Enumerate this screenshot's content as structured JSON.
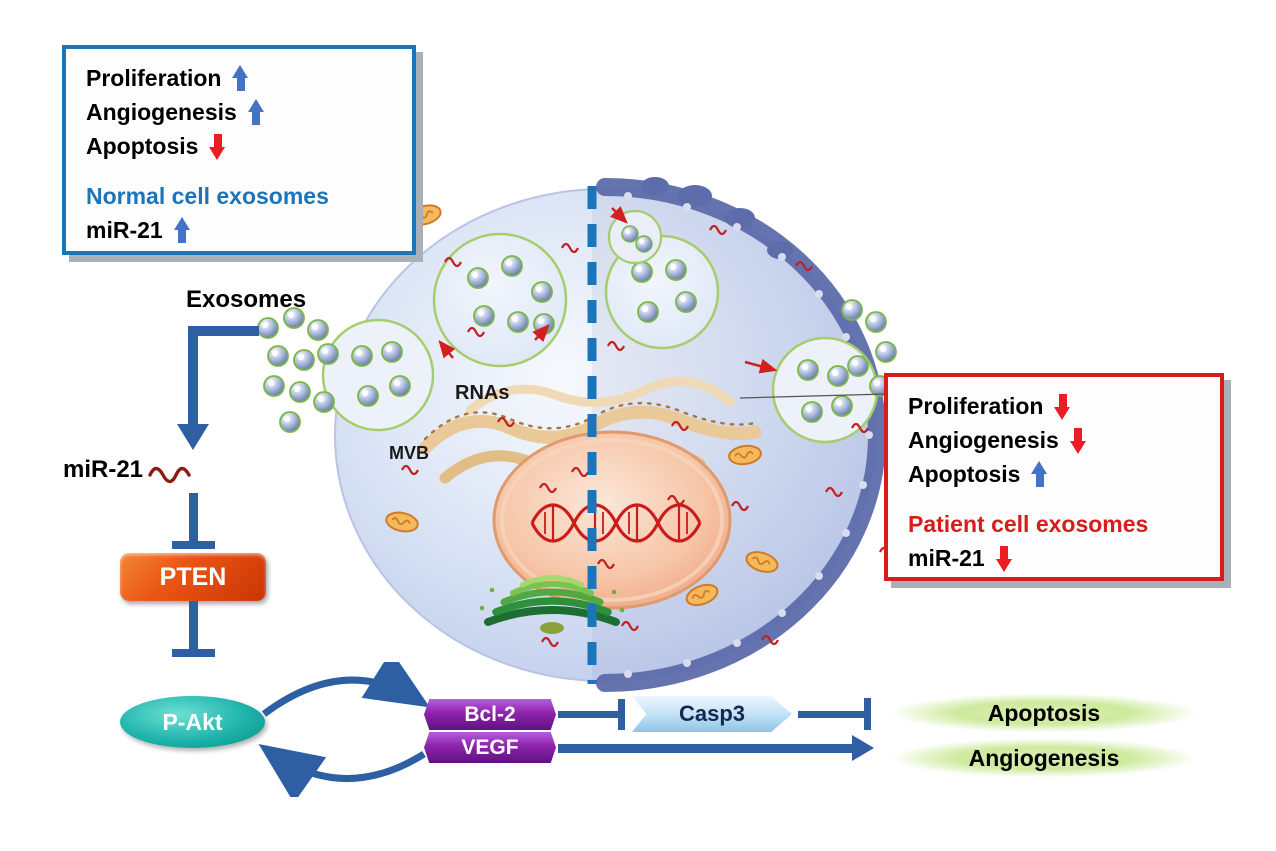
{
  "panels": {
    "normal": {
      "items": [
        {
          "label": "Proliferation",
          "direction": "up"
        },
        {
          "label": "Angiogenesis",
          "direction": "up"
        },
        {
          "label": "Apoptosis",
          "direction": "down"
        }
      ],
      "subtitle": "Normal cell exosomes",
      "mir_label": "miR-21",
      "mir_direction": "up"
    },
    "patient": {
      "items": [
        {
          "label": "Proliferation",
          "direction": "down"
        },
        {
          "label": "Angiogenesis",
          "direction": "down"
        },
        {
          "label": "Apoptosis",
          "direction": "up"
        }
      ],
      "subtitle": "Patient cell exosomes",
      "mir_label": "miR-21",
      "mir_direction": "down"
    }
  },
  "labels": {
    "exosomes": "Exosomes",
    "rnas": "RNAs",
    "mvb": "MVB",
    "mir21": "miR-21"
  },
  "nodes": {
    "pten": "PTEN",
    "pakt": "P-Akt",
    "bcl2": "Bcl-2",
    "vegf": "VEGF",
    "casp3": "Casp3"
  },
  "outcomes": {
    "apoptosis": "Apoptosis",
    "angiogenesis": "Angiogenesis"
  },
  "colors": {
    "up_arrow_blue": "#4472c4",
    "down_arrow_red": "#ed1c24",
    "panel_border_blue": "#1b75bb",
    "panel_border_red": "#d71d1c",
    "pathway_blue": "#2e5fa3",
    "mir_squiggle_red": "#8c1d12",
    "dashed_divider_blue": "#1b75bb",
    "pten_fill": "#ea5514",
    "pakt_fill": "#1db4ab",
    "bcl2_vegf_fill": "#8e24aa",
    "casp3_fill": "#bfe0f5",
    "outcome_glow": "#cdea9d"
  }
}
